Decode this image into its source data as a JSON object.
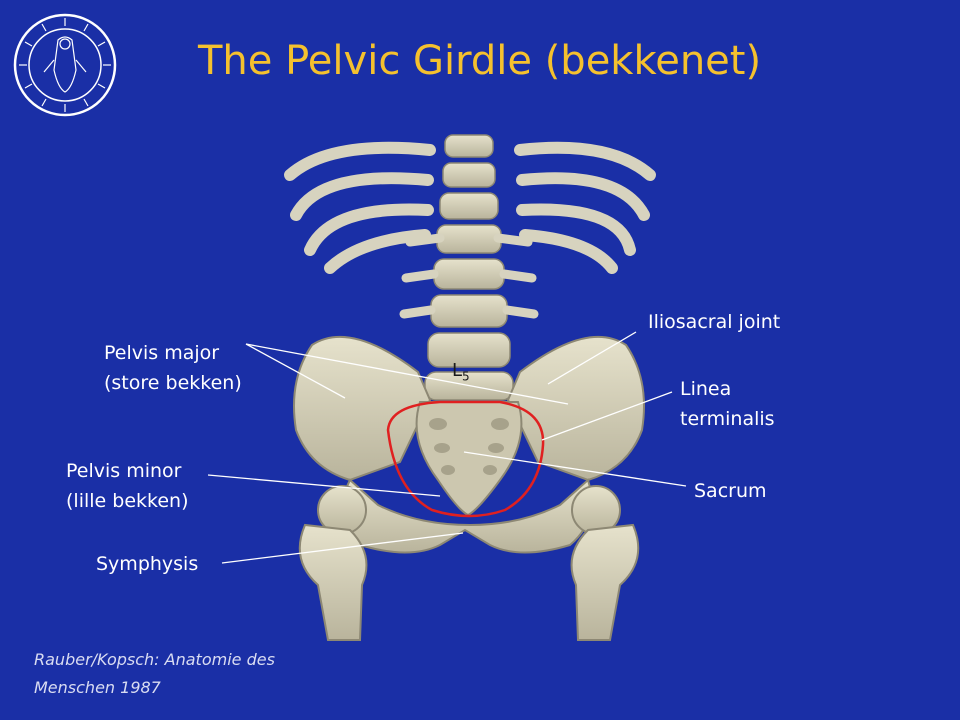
{
  "title": "The Pelvic Girdle (bekkenet)",
  "labels": {
    "pelvis_major": [
      "Pelvis major",
      "(store bekken)"
    ],
    "pelvis_minor": [
      "Pelvis minor",
      "(lille bekken)"
    ],
    "symphysis": "Symphysis",
    "iliosacral": "Iliosacral joint",
    "linea": [
      "Linea",
      "terminalis"
    ],
    "sacrum": "Sacrum",
    "l5_main": "L",
    "l5_sub": "5"
  },
  "credit": [
    "Rauber/Kopsch: Anatomie des",
    "Menschen 1987"
  ],
  "colors": {
    "background": "#1a2fa6",
    "title": "#f5c12e",
    "bone": "#d9d5c0",
    "outline": "#e02020"
  }
}
